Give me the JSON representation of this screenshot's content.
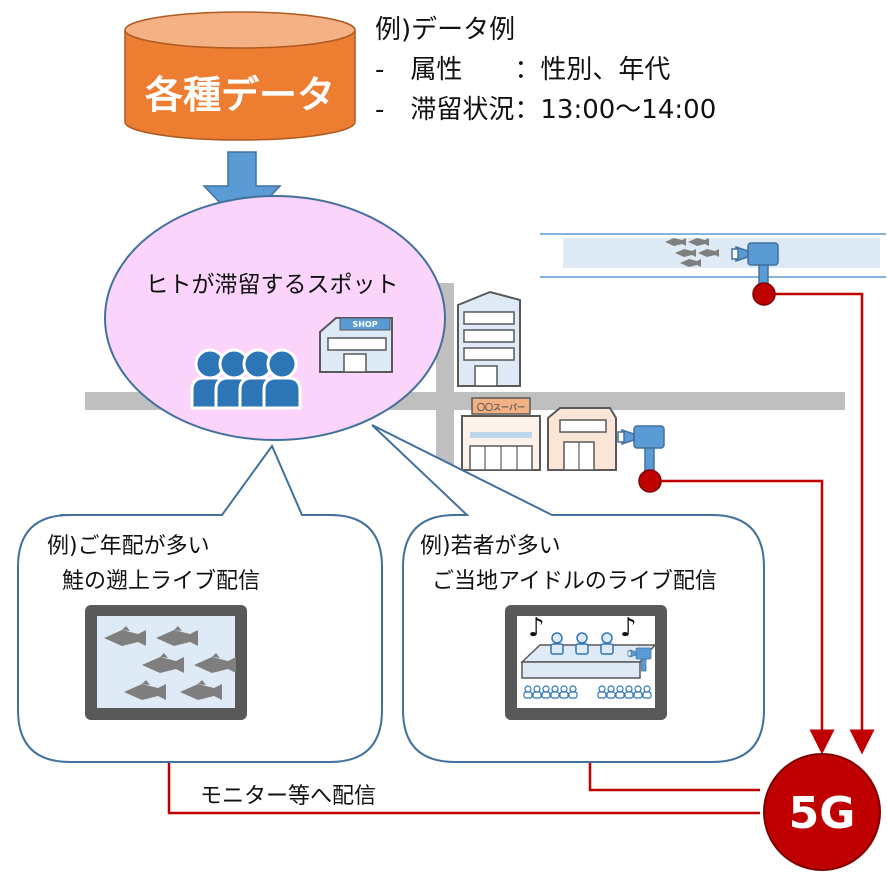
{
  "database": {
    "label": "各種データ"
  },
  "example": {
    "title": "例)データ例",
    "line1": "-　属性　　：性別、年代",
    "line2": "-　滞留状況：13:00～14:00"
  },
  "spot": {
    "label": "ヒトが滞留するスポット",
    "shop_sign": "SHOP",
    "super_sign": "〇〇スーパー"
  },
  "bubble_elderly": {
    "line1": "例)ご年配が多い",
    "line2": "鮭の遡上ライブ配信"
  },
  "bubble_young": {
    "line1": "例)若者が多い",
    "line2": "ご当地アイドルのライブ配信"
  },
  "delivery": {
    "label": "モニター等へ配信"
  },
  "network": {
    "label": "5G"
  },
  "colors": {
    "database": "#ED7D31",
    "arrow": "#5B9BD5",
    "spot": "#FBD4FB",
    "people": "#2E75B6",
    "line": "#C00000",
    "road": "#BFBFBF"
  },
  "icons": [
    "database-icon",
    "down-arrow-icon",
    "people-icon",
    "shop-icon",
    "office-building-icon",
    "supermarket-icon",
    "camera-icon",
    "fish-icon",
    "music-note-icon",
    "monitor-icon"
  ]
}
